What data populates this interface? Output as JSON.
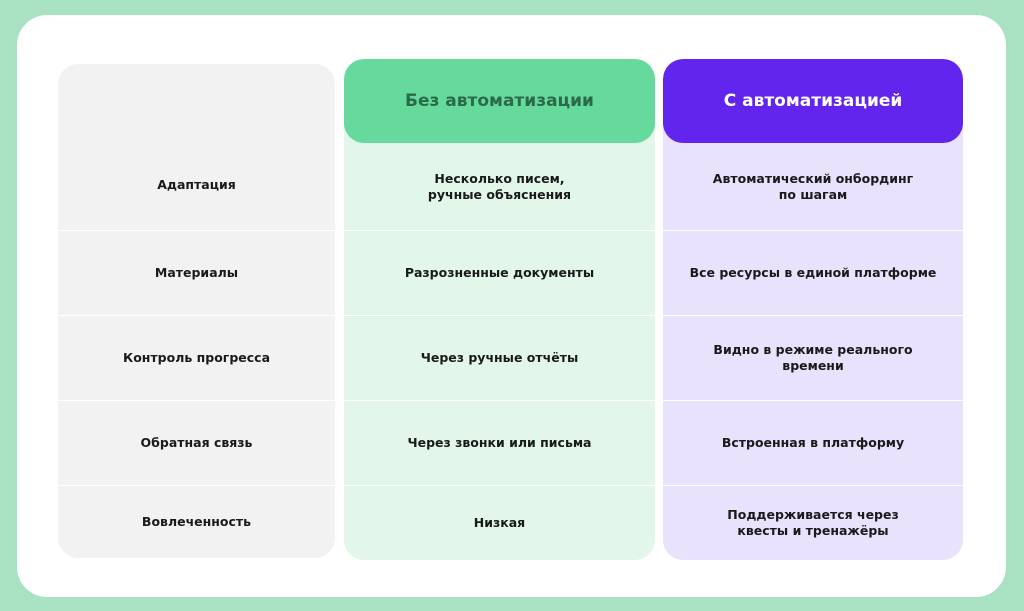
{
  "columns": {
    "without": {
      "title": "Без автоматизации"
    },
    "with": {
      "title": "С автоматизацией"
    }
  },
  "rows": [
    {
      "label": "Адаптация",
      "without": "Несколько писем,\nручные объяснения",
      "with": "Автоматический онбординг\nпо шагам"
    },
    {
      "label": "Материалы",
      "without": "Разрозненные документы",
      "with": "Все ресурсы в единой платформе"
    },
    {
      "label": "Контроль прогресса",
      "without": "Через ручные отчёты",
      "with": "Видно в режиме реального\nвремени"
    },
    {
      "label": "Обратная связь",
      "without": "Через звонки или письма",
      "with": "Встроенная в платформу"
    },
    {
      "label": "Вовлеченность",
      "without": "Низкая",
      "with": "Поддерживается через\nквесты и тренажёры"
    }
  ],
  "colors": {
    "outer_background": "#a8e2c3",
    "labels_column": "#f2f2f2",
    "without_column": "#e2f6ea",
    "without_header": "#66da9c",
    "with_column": "#e8e2fd",
    "with_header": "#6225ee"
  }
}
